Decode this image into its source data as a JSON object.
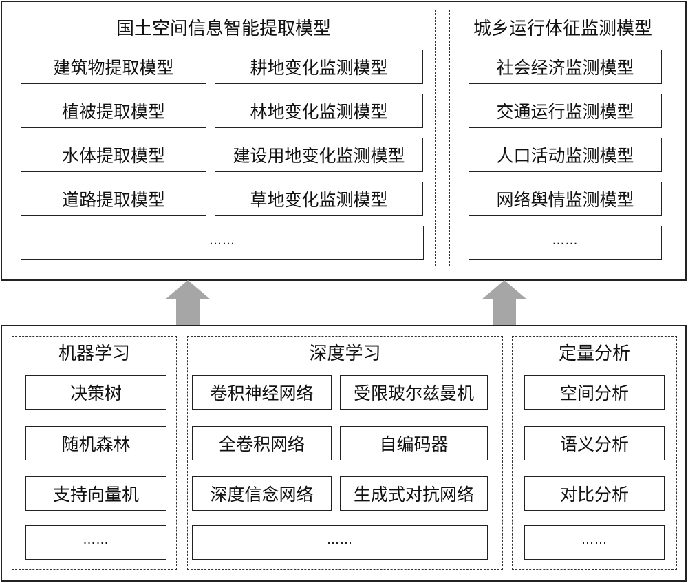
{
  "top": {
    "land": {
      "title": "国土空间信息智能提取模型",
      "left_items": [
        "建筑物提取模型",
        "植被提取模型",
        "水体提取模型",
        "道路提取模型"
      ],
      "right_items": [
        "耕地变化监测模型",
        "林地变化监测模型",
        "建设用地变化监测模型",
        "草地变化监测模型"
      ],
      "more": "……"
    },
    "urban": {
      "title": "城乡运行体征监测模型",
      "items": [
        "社会经济监测模型",
        "交通运行监测模型",
        "人口活动监测模型",
        "网络舆情监测模型"
      ],
      "more": "……"
    }
  },
  "bottom": {
    "ml": {
      "title": "机器学习",
      "items": [
        "决策树",
        "随机森林",
        "支持向量机"
      ],
      "more": "……"
    },
    "dl": {
      "title": "深度学习",
      "left_items": [
        "卷积神经网络",
        "全卷积网络",
        "深度信念网络"
      ],
      "right_items": [
        "受限玻尔兹曼机",
        "自编码器",
        "生成式对抗网络"
      ],
      "more": "……"
    },
    "qa": {
      "title": "定量分析",
      "items": [
        "空间分析",
        "语义分析",
        "对比分析"
      ],
      "more": "……"
    }
  },
  "colors": {
    "arrow": "#a6a6a6",
    "border": "#222222"
  }
}
